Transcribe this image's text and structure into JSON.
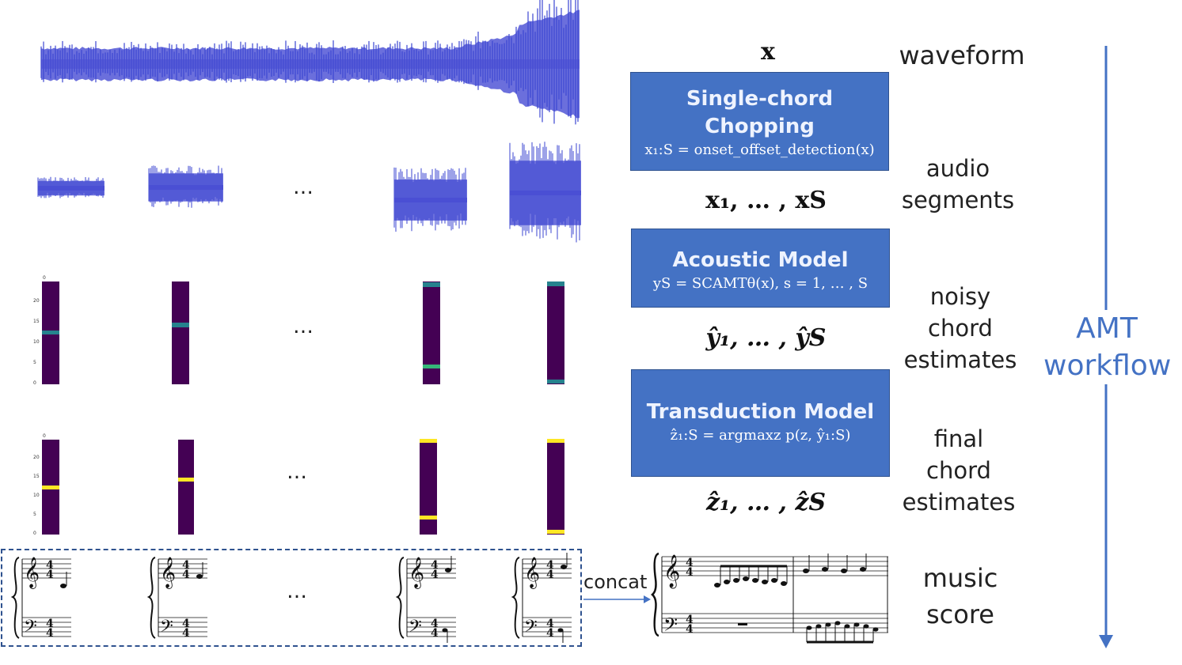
{
  "right_column": {
    "x_label": "x",
    "waveform_label": "waveform",
    "box1": {
      "title_line1": "Single-chord",
      "title_line2": "Chopping",
      "formula": "x₁:S = onset_offset_detection(x)"
    },
    "segments_math": "x₁, … , xS",
    "audio_segments_label_line1": "audio",
    "audio_segments_label_line2": "segments",
    "box2": {
      "title": "Acoustic Model",
      "formula": "yS = SCAMTθ(x), s = 1, … , S"
    },
    "noisy_math": "ŷ₁, … , ŷS",
    "noisy_label_line1": "noisy",
    "noisy_label_line2": "chord",
    "noisy_label_line3": "estimates",
    "box3": {
      "title": "Transduction Model",
      "formula": "ẑ₁:S = argmaxz p(z, ŷ₁:S)"
    },
    "final_math": "ẑ₁, … , ẑS",
    "final_label_line1": "final",
    "final_label_line2": "chord",
    "final_label_line3": "estimates",
    "score_label_line1": "music",
    "score_label_line2": "score"
  },
  "workflow": {
    "line1": "AMT",
    "line2": "workflow",
    "color": "#4472c4"
  },
  "concat_label": "concat",
  "ellipsis": "…",
  "heatmap_ticks": [
    "20",
    "15",
    "10",
    "5",
    "0"
  ],
  "heatmap_top_tick": "0",
  "colors": {
    "box": "#4472c4",
    "wave": "#3b45d1",
    "wave_light": "#8a93e8",
    "heat_bg": "#440154",
    "heat_noisy": "#26828e",
    "heat_noisy2": "#35b779",
    "heat_final": "#fde725",
    "dashed": "#2f528f"
  }
}
